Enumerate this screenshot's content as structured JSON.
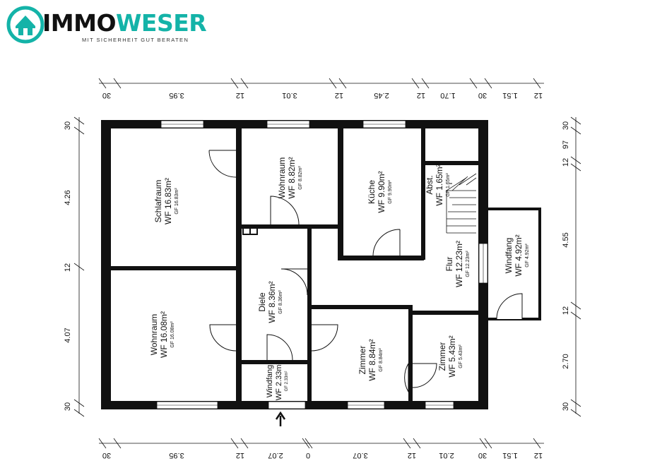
{
  "brand": {
    "name_prefix": "IMMO",
    "name_suffix": "WESER",
    "tagline": "MIT SICHERHEIT GUT BERATEN"
  },
  "colors": {
    "accent": "#14b3a8",
    "walls": "#111111"
  },
  "dimensions": {
    "top": [
      "30",
      "3.95",
      "12",
      "3.01",
      "12",
      "2.45",
      "12",
      "1.70",
      "30",
      "1.51",
      "12"
    ],
    "bottom": [
      "30",
      "3.95",
      "12",
      "2.07",
      "0",
      "3.07",
      "12",
      "2.01",
      "30",
      "1.51",
      "12"
    ],
    "left": [
      "30",
      "4.26",
      "12",
      "4.07",
      "30"
    ],
    "right": [
      "30",
      "12",
      "97",
      "4.55",
      "12",
      "2.70",
      "30"
    ]
  },
  "rooms": [
    {
      "name": "Schlafraum",
      "wf": "WF 16.83m²",
      "gf": "GF 16.83m²"
    },
    {
      "name": "Wohnraum",
      "wf": "WF 8.82m²",
      "gf": "GF 8.82m²"
    },
    {
      "name": "Küche",
      "wf": "WF 9.90m²",
      "gf": "GF 9.90m²"
    },
    {
      "name": "Abst.",
      "wf": "WF 1.65m²",
      "gf": "GF 1.65m²"
    },
    {
      "name": "Windfang",
      "wf": "WF 4.92m²",
      "gf": "GF 4.92m²"
    },
    {
      "name": "Flur",
      "wf": "WF 12.23m²",
      "gf": "GF 12.23m²"
    },
    {
      "name": "Diele",
      "wf": "WF 8.36m²",
      "gf": "GF 8.36m²"
    },
    {
      "name": "Wohnraum",
      "wf": "WF 16.08m²",
      "gf": "GF 16.08m²"
    },
    {
      "name": "Zimmer",
      "wf": "WF 8.84m²",
      "gf": "GF 8.84m²"
    },
    {
      "name": "Zimmer",
      "wf": "WF 5.43m²",
      "gf": "GF 5.43m²"
    },
    {
      "name": "Windfang",
      "wf": "WF 2.33m²",
      "gf": "GF 2.33m²"
    }
  ],
  "icons": {
    "logo": "house-logo-icon",
    "entrance": "entrance-arrow-icon",
    "stairs": "stairs-icon"
  }
}
